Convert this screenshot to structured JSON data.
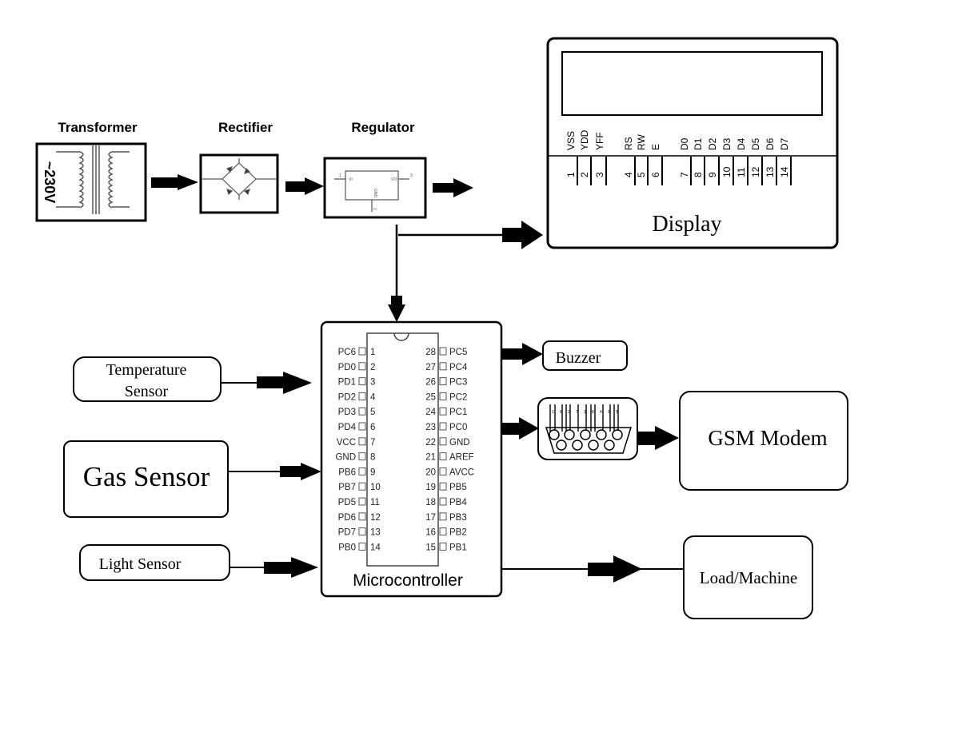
{
  "diagram": {
    "type": "block-diagram",
    "power_chain": {
      "transformer": {
        "label": "Transformer",
        "input_voltage": "~230V"
      },
      "rectifier": {
        "label": "Rectifier"
      },
      "regulator": {
        "label": "Regulator",
        "pin_labels": {
          "vi": "VI",
          "vo": "VO",
          "gnd": "GND",
          "pin1": "1",
          "pin2": "2",
          "pin3": "3"
        }
      }
    },
    "display": {
      "label": "Display",
      "pins": [
        {
          "num": "1",
          "name": "VSS"
        },
        {
          "num": "2",
          "name": "YDD"
        },
        {
          "num": "3",
          "name": "YFF"
        },
        {
          "num": "4",
          "name": "RS"
        },
        {
          "num": "5",
          "name": "RW"
        },
        {
          "num": "6",
          "name": "E"
        },
        {
          "num": "7",
          "name": "D0"
        },
        {
          "num": "8",
          "name": "D1"
        },
        {
          "num": "9",
          "name": "D2"
        },
        {
          "num": "10",
          "name": "D3"
        },
        {
          "num": "11",
          "name": "D4"
        },
        {
          "num": "12",
          "name": "D5"
        },
        {
          "num": "13",
          "name": "D6"
        },
        {
          "num": "14",
          "name": "D7"
        }
      ]
    },
    "microcontroller": {
      "label": "Microcontroller",
      "left_pins": [
        {
          "num": "1",
          "name": "PC6"
        },
        {
          "num": "2",
          "name": "PD0"
        },
        {
          "num": "3",
          "name": "PD1"
        },
        {
          "num": "4",
          "name": "PD2"
        },
        {
          "num": "5",
          "name": "PD3"
        },
        {
          "num": "6",
          "name": "PD4"
        },
        {
          "num": "7",
          "name": "VCC"
        },
        {
          "num": "8",
          "name": "GND"
        },
        {
          "num": "9",
          "name": "PB6"
        },
        {
          "num": "10",
          "name": "PB7"
        },
        {
          "num": "11",
          "name": "PD5"
        },
        {
          "num": "12",
          "name": "PD6"
        },
        {
          "num": "13",
          "name": "PD7"
        },
        {
          "num": "14",
          "name": "PB0"
        }
      ],
      "right_pins": [
        {
          "num": "28",
          "name": "PC5"
        },
        {
          "num": "27",
          "name": "PC4"
        },
        {
          "num": "26",
          "name": "PC3"
        },
        {
          "num": "25",
          "name": "PC2"
        },
        {
          "num": "24",
          "name": "PC1"
        },
        {
          "num": "23",
          "name": "PC0"
        },
        {
          "num": "22",
          "name": "GND"
        },
        {
          "num": "21",
          "name": "AREF"
        },
        {
          "num": "20",
          "name": "AVCC"
        },
        {
          "num": "19",
          "name": "PB5"
        },
        {
          "num": "18",
          "name": "PB4"
        },
        {
          "num": "17",
          "name": "PB3"
        },
        {
          "num": "16",
          "name": "PB2"
        },
        {
          "num": "15",
          "name": "PB1"
        }
      ]
    },
    "inputs": {
      "temperature_sensor": {
        "line1": "Temperature",
        "line2": "Sensor"
      },
      "gas_sensor": {
        "label": "Gas Sensor"
      },
      "light_sensor": {
        "label": "Light Sensor"
      }
    },
    "outputs": {
      "buzzer": {
        "label": "Buzzer"
      },
      "serial_connector": {
        "pins": [
          "1",
          "6",
          "2",
          "7",
          "3",
          "8",
          "4",
          "9",
          "5"
        ]
      },
      "gsm_modem": {
        "label": "GSM Modem"
      },
      "load": {
        "label": "Load/Machine"
      }
    },
    "colors": {
      "stroke": "#000000",
      "background": "#ffffff",
      "component_line": "#555555"
    }
  }
}
